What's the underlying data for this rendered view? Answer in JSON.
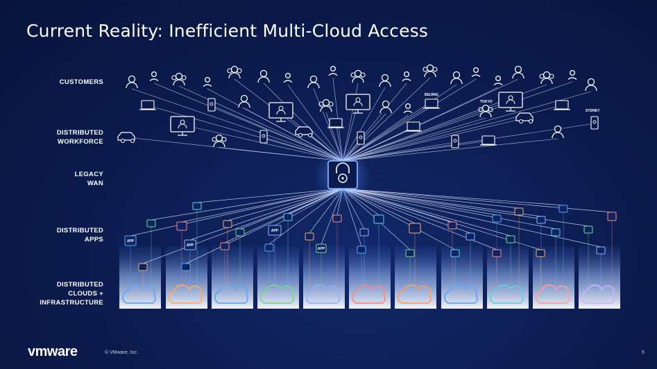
{
  "slide": {
    "title": "Current Reality: Inefficient Multi-Cloud Access",
    "labels": {
      "customers": "CUSTOMERS",
      "workforce_1": "DISTRIBUTED",
      "workforce_2": "WORKFORCE",
      "wan_1": "LEGACY",
      "wan_2": "WAN",
      "apps_1": "DISTRIBUTED",
      "apps_2": "APPS",
      "clouds_1": "DISTRIBUTED",
      "clouds_2": "CLOUDS +",
      "clouds_3": "INFRASTRUCTURE"
    },
    "cities": [
      "BEIJING",
      "TOKYO",
      "SYDNEY"
    ],
    "app_label": "APP",
    "footer": {
      "logo": "vmware",
      "copyright": "© VMware, Inc.",
      "page": "5"
    },
    "colors": {
      "background": "#0b1b4d",
      "line": "#dfe6ff",
      "cloud_colors": [
        "#5aa7ff",
        "#ffab5e",
        "#5aa7ff",
        "#6fdc8c",
        "#8fb3ff",
        "#ff8a80",
        "#ff9e5e",
        "#5aa7ff",
        "#5fd3e8",
        "#ff9e9e",
        "#c9b3ff"
      ]
    }
  }
}
